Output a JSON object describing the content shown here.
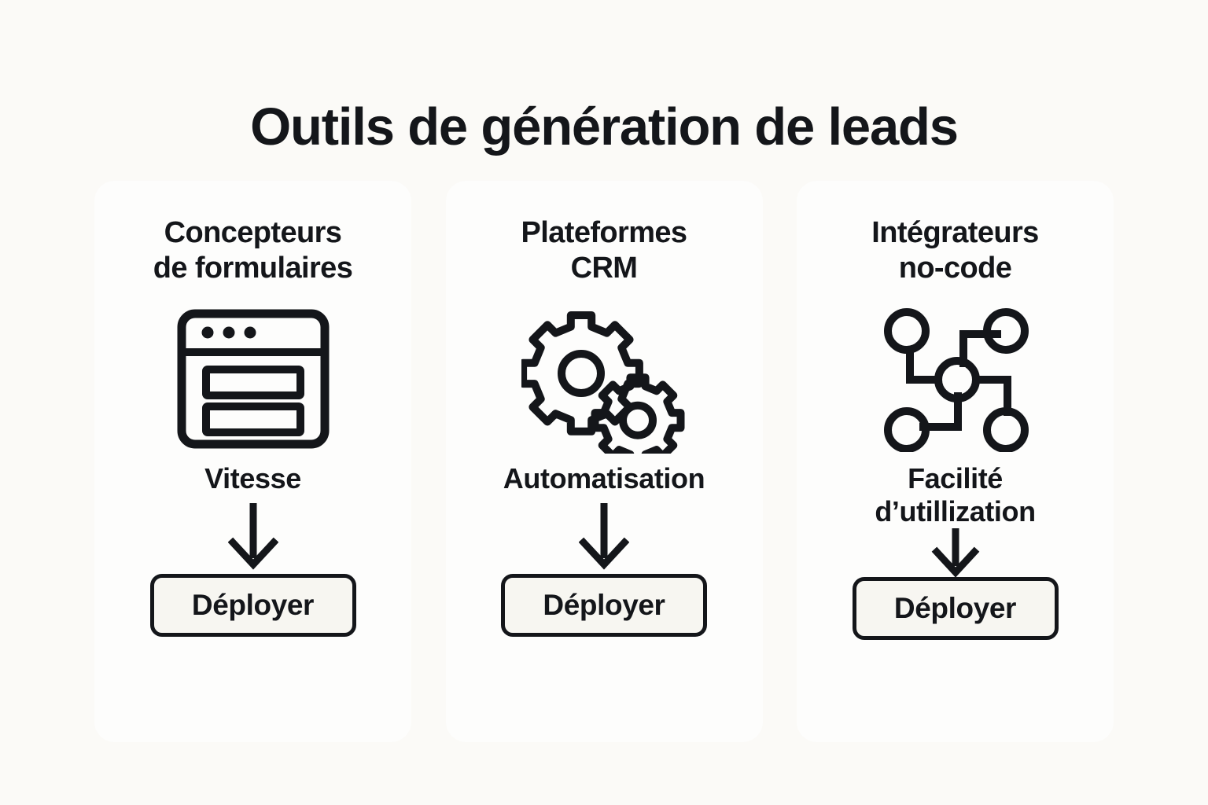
{
  "title": "Outils de génération de leads",
  "theme": {
    "page_background": "#fbfaf7",
    "card_background": "#fdfdfc",
    "ink": "#14161a",
    "button_fill": "#f7f6f1"
  },
  "cards": [
    {
      "title": "Concepteurs\nde formulaires",
      "icon": "form-builder-window-icon",
      "benefit": "Vitesse",
      "button_label": "Déployer"
    },
    {
      "title": "Plateformes\nCRM",
      "icon": "gears-icon",
      "benefit": "Automatisation",
      "button_label": "Déployer"
    },
    {
      "title": "Intégrateurs\nno-code",
      "icon": "node-network-icon",
      "benefit": "Facilité\nd’utillization",
      "button_label": "Déployer"
    }
  ]
}
